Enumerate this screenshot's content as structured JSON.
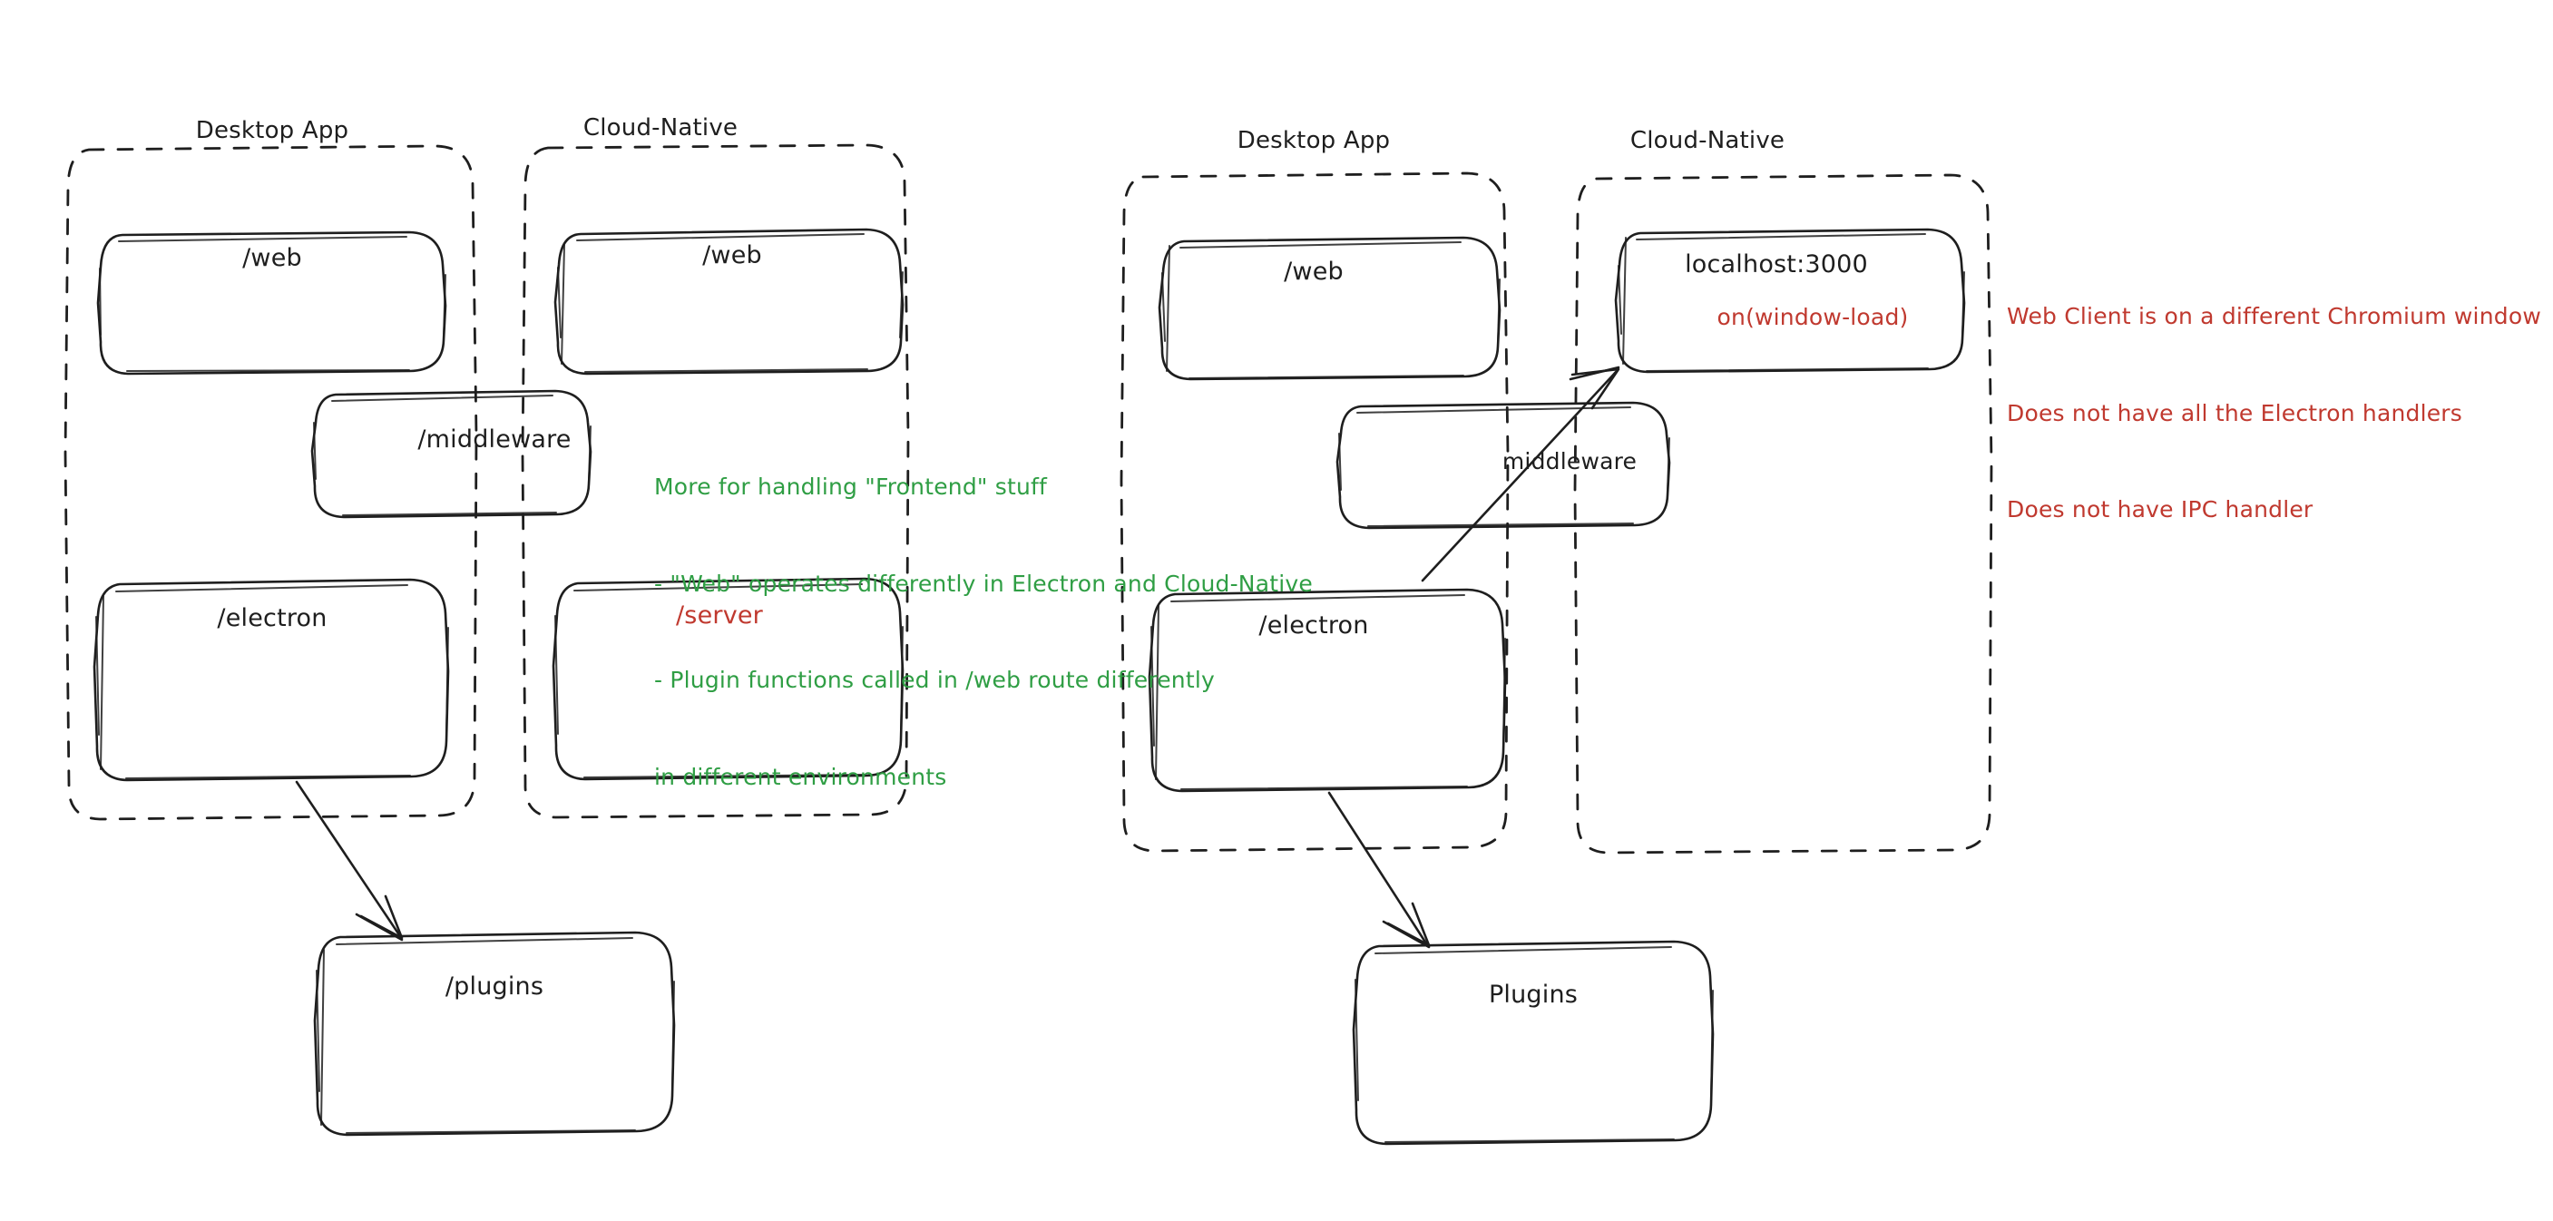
{
  "diagram": {
    "title_style": "hand-drawn excalidraw sketch",
    "background": "#ffffff",
    "ink": "#1e1e1e",
    "accent_green": "#2f9e44",
    "accent_red": "#c0392f"
  },
  "left_diagram": {
    "groups": [
      {
        "id": "left-desktop-app",
        "label": "Desktop App"
      },
      {
        "id": "left-cloud-native",
        "label": "Cloud-Native"
      }
    ],
    "nodes": [
      {
        "id": "left-desktop-web",
        "label": "/web",
        "color": "ink"
      },
      {
        "id": "left-cloud-web",
        "label": "/web",
        "color": "ink"
      },
      {
        "id": "left-middleware",
        "label": "/middleware",
        "color": "ink"
      },
      {
        "id": "left-electron",
        "label": "/electron",
        "color": "ink"
      },
      {
        "id": "left-server",
        "label": "/server",
        "color": "red"
      },
      {
        "id": "left-plugins",
        "label": "/plugins",
        "color": "ink"
      }
    ],
    "note_green": {
      "color": "#2f9e44",
      "lines": [
        "More for handling \"Frontend\" stuff",
        "- \"Web\" operates differently in Electron and Cloud-Native",
        "- Plugin functions called in /web route differently",
        "in different environments"
      ]
    },
    "arrows": [
      {
        "id": "left-electron-to-plugins",
        "from": "left-electron",
        "to": "left-plugins"
      }
    ]
  },
  "right_diagram": {
    "groups": [
      {
        "id": "right-desktop-app",
        "label": "Desktop App"
      },
      {
        "id": "right-cloud-native",
        "label": "Cloud-Native"
      }
    ],
    "nodes": [
      {
        "id": "right-desktop-web",
        "label": "/web",
        "color": "ink"
      },
      {
        "id": "right-localhost",
        "label": "localhost:3000",
        "color": "ink",
        "sub_label": "on(window-load)",
        "sub_color": "red"
      },
      {
        "id": "right-middleware",
        "label": "middleware",
        "color": "ink"
      },
      {
        "id": "right-electron",
        "label": "/electron",
        "color": "ink"
      },
      {
        "id": "right-plugins",
        "label": "Plugins",
        "color": "ink"
      }
    ],
    "note_red": {
      "color": "#c0392f",
      "lines": [
        "Web Client is on a different Chromium window",
        "Does not have all the Electron handlers",
        "Does not have IPC handler"
      ]
    },
    "arrows": [
      {
        "id": "right-electron-to-localhost",
        "from": "right-electron",
        "to": "right-localhost"
      },
      {
        "id": "right-electron-to-plugins",
        "from": "right-electron",
        "to": "right-plugins"
      }
    ]
  }
}
